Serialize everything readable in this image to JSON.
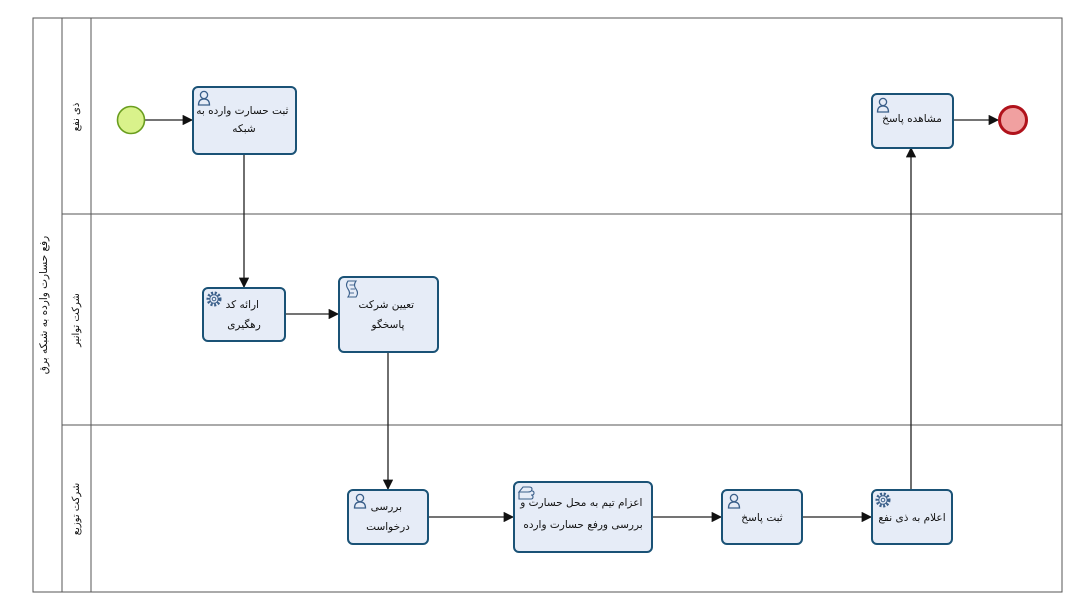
{
  "pool": {
    "title": "رفع حسارت وارده به شبکه برق"
  },
  "lanes": [
    {
      "id": "lane-1",
      "label": "ذی نفع"
    },
    {
      "id": "lane-2",
      "label": "شرکت توانیر"
    },
    {
      "id": "lane-3",
      "label": "شرکت توزیع"
    }
  ],
  "tasks": [
    {
      "id": "t1",
      "type": "user",
      "lines": [
        "ثبت حسارت وارده به",
        "شبکه"
      ],
      "icon": "user-icon"
    },
    {
      "id": "t2",
      "type": "service",
      "lines": [
        "ارائه کد",
        "رهگیری"
      ],
      "icon": "gear-icon"
    },
    {
      "id": "t3",
      "type": "script",
      "lines": [
        "تعیین شرکت",
        "پاسخگو"
      ],
      "icon": "script-icon"
    },
    {
      "id": "t4",
      "type": "user",
      "lines": [
        "بررسی",
        "درخواست"
      ],
      "icon": "user-icon"
    },
    {
      "id": "t5",
      "type": "manual",
      "lines": [
        "اعزام تیم به محل حسارت و",
        "بررسی ورفع حسارت وارده"
      ],
      "icon": "hand-icon"
    },
    {
      "id": "t6",
      "type": "user",
      "lines": [
        "ثبت پاسخ"
      ],
      "icon": "user-icon"
    },
    {
      "id": "t7",
      "type": "service",
      "lines": [
        "اعلام به ذی نفع"
      ],
      "icon": "gear-icon"
    },
    {
      "id": "t8",
      "type": "user",
      "lines": [
        "مشاهده پاسخ"
      ],
      "icon": "user-icon"
    }
  ],
  "events": [
    {
      "id": "start",
      "type": "start",
      "color": "#d9f28b",
      "stroke": "#6a9e1f"
    },
    {
      "id": "end",
      "type": "end",
      "color": "#f0a0a0",
      "stroke": "#b0121b"
    }
  ],
  "colors": {
    "task_fill": "#e6ecf7",
    "task_border": "#1a5276",
    "icon": "#3a5f8a"
  }
}
